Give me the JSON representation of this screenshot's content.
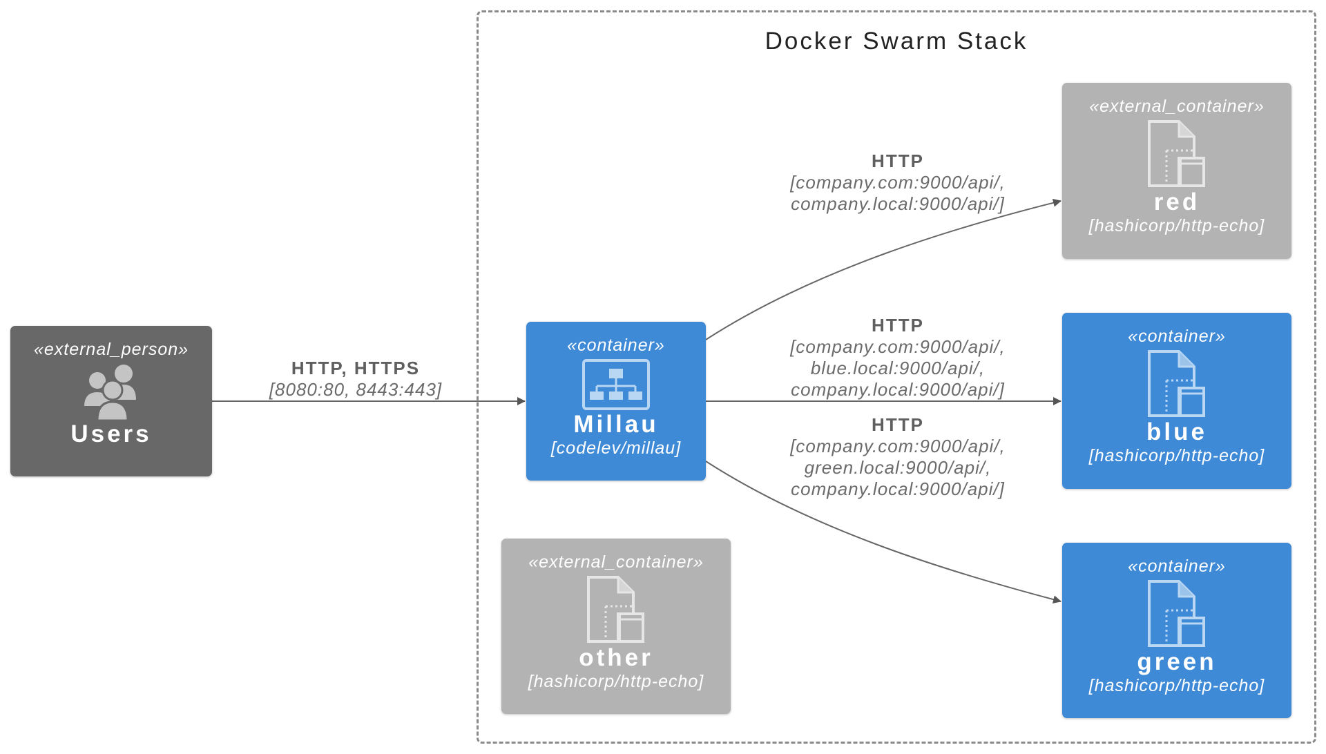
{
  "boundary": {
    "title": "Docker Swarm Stack"
  },
  "nodes": {
    "users": {
      "stereotype": "«external_person»",
      "name": "Users",
      "icon": "users-icon",
      "kind": "external_person",
      "color": "#686868"
    },
    "millau": {
      "stereotype": "«container»",
      "name": "Millau",
      "technology": "[codelev/millau]",
      "icon": "sitemap-icon",
      "kind": "container",
      "color": "#3f8ad6"
    },
    "red": {
      "stereotype": "«external_container»",
      "name": "red",
      "technology": "[hashicorp/http-echo]",
      "icon": "document-container-icon",
      "kind": "external_container",
      "color": "#b3b3b3"
    },
    "blue": {
      "stereotype": "«container»",
      "name": "blue",
      "technology": "[hashicorp/http-echo]",
      "icon": "document-container-icon",
      "kind": "container",
      "color": "#3f8ad6"
    },
    "green": {
      "stereotype": "«container»",
      "name": "green",
      "technology": "[hashicorp/http-echo]",
      "icon": "document-container-icon",
      "kind": "container",
      "color": "#3f8ad6"
    },
    "other": {
      "stereotype": "«external_container»",
      "name": "other",
      "technology": "[hashicorp/http-echo]",
      "icon": "document-container-icon",
      "kind": "external_container",
      "color": "#b3b3b3"
    }
  },
  "edges": {
    "users_millau": {
      "from": "Users",
      "to": "Millau",
      "technology": "HTTP, HTTPS",
      "lines": [
        "[8080:80, 8443:443]"
      ]
    },
    "millau_red": {
      "from": "Millau",
      "to": "red",
      "technology": "HTTP",
      "lines": [
        "[company.com:9000/api/,",
        "company.local:9000/api/]"
      ]
    },
    "millau_blue": {
      "from": "Millau",
      "to": "blue",
      "technology": "HTTP",
      "lines": [
        "[company.com:9000/api/,",
        "blue.local:9000/api/,",
        "company.local:9000/api/]"
      ]
    },
    "millau_green": {
      "from": "Millau",
      "to": "green",
      "technology": "HTTP",
      "lines": [
        "[company.com:9000/api/,",
        "green.local:9000/api/,",
        "company.local:9000/api/]"
      ]
    }
  },
  "colors": {
    "edge": "#666666",
    "boundary": "#8a8a8a"
  }
}
